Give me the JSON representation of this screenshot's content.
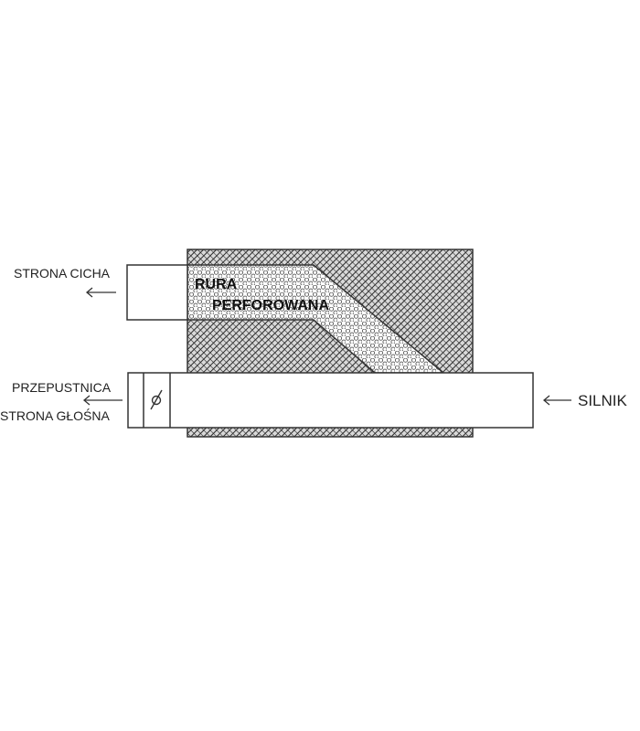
{
  "labels": {
    "quiet_side": "STRONA CICHA",
    "throttle": "PRZEPUSTNICA",
    "loud_side": "STRONA GŁOŚNA",
    "engine": "SILNIK",
    "perforated_pipe_line1": "RURA",
    "perforated_pipe_line2": "PERFOROWANA"
  },
  "colors": {
    "outline": "#333333",
    "hatch": "#2b2b2b",
    "hatch_bg": "#d9d9d9",
    "perforation": "#555555",
    "pipe_fill": "#ffffff"
  }
}
